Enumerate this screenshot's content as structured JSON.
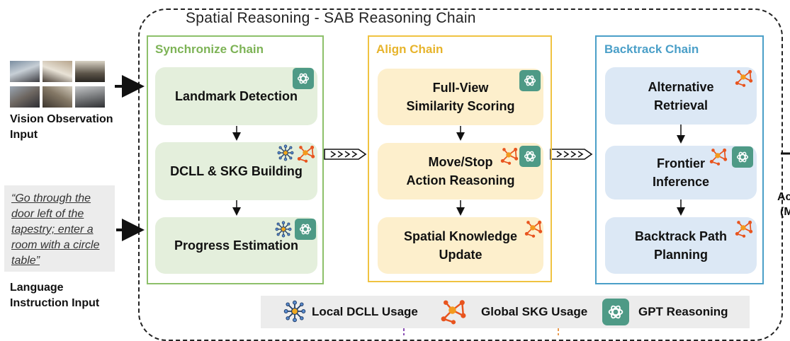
{
  "title": "Spatial Reasoning - SAB Reasoning Chain",
  "inputs": {
    "vision_label_line1": "Vision Observation",
    "vision_label_line2": "Input",
    "instruction_quote": "“Go through the door left of the tapestry; enter a room with a circle table”",
    "language_label_line1": "Language",
    "language_label_line2": "Instruction Input"
  },
  "chains": [
    {
      "name": "Synchronize Chain",
      "color": "#8dc06a",
      "steps": [
        {
          "text": "Landmark Detection",
          "icons": [
            "gpt"
          ]
        },
        {
          "text": "DCLL & SKG Building",
          "icons": [
            "dcll",
            "skg"
          ]
        },
        {
          "text": "Progress Estimation",
          "icons": [
            "dcll",
            "gpt"
          ]
        }
      ]
    },
    {
      "name": "Align Chain",
      "color": "#f0c341",
      "steps": [
        {
          "line1": "Full-View",
          "line2": "Similarity Scoring",
          "icons": [
            "gpt"
          ]
        },
        {
          "line1": "Move/Stop",
          "line2": "Action Reasoning",
          "icons": [
            "skg",
            "gpt"
          ]
        },
        {
          "line1": "Spatial Knowledge",
          "line2": "Update",
          "icons": [
            "skg"
          ]
        }
      ]
    },
    {
      "name": "Backtrack Chain",
      "color": "#4a9fc8",
      "steps": [
        {
          "line1": "Alternative",
          "line2": "Retrieval",
          "icons": [
            "skg"
          ]
        },
        {
          "line1": "Frontier",
          "line2": "Inference",
          "icons": [
            "skg",
            "gpt"
          ]
        },
        {
          "line1": "Backtrack Path",
          "line2": "Planning",
          "icons": [
            "skg"
          ]
        }
      ]
    }
  ],
  "output_partial": {
    "line1": "Ac",
    "line2": "(M"
  },
  "legend": [
    {
      "icon": "dcll",
      "label": "Local DCLL Usage"
    },
    {
      "icon": "skg",
      "label": "Global SKG Usage"
    },
    {
      "icon": "gpt",
      "label": "GPT Reasoning"
    }
  ],
  "colors": {
    "synchronize_border": "#8dc06a",
    "align_border": "#f0c341",
    "backtrack_border": "#4a9fc8",
    "gpt_icon": "#4e9a86",
    "skg_icon": "#e8541e",
    "dcll_icon": "#e89a1e"
  }
}
